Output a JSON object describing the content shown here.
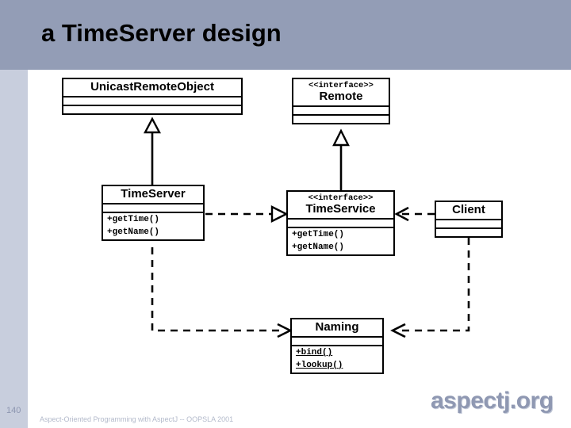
{
  "slide": {
    "title": "a TimeServer design",
    "page_number": "140",
    "footer": "Aspect-Oriented Programming with AspectJ -- OOPSLA 2001",
    "brand": "aspectj.org",
    "colors": {
      "header_band": "#939db6",
      "sidebar_strip": "#c8cedd",
      "canvas": "#ffffff",
      "brand_text": "#8f98b2",
      "footer_text": "#b3bacb",
      "page_number_text": "#8d96b0",
      "diagram_line": "#000000"
    }
  },
  "diagram": {
    "type": "uml-class-diagram",
    "classes": [
      {
        "id": "unicast-remote-object",
        "stereotype": "",
        "name": "UnicastRemoteObject",
        "attributes": [],
        "operations": []
      },
      {
        "id": "remote",
        "stereotype": "<<interface>>",
        "name": "Remote",
        "attributes": [],
        "operations": []
      },
      {
        "id": "time-server",
        "stereotype": "",
        "name": "TimeServer",
        "attributes": [],
        "operations": [
          "+getTime()",
          "+getName()"
        ]
      },
      {
        "id": "time-service",
        "stereotype": "<<interface>>",
        "name": "TimeService",
        "attributes": [],
        "operations": [
          "+getTime()",
          "+getName()"
        ]
      },
      {
        "id": "client",
        "stereotype": "",
        "name": "Client",
        "attributes": [],
        "operations": []
      },
      {
        "id": "naming",
        "stereotype": "",
        "name": "Naming",
        "attributes": [],
        "operations": [
          "+bind()",
          "+lookup()"
        ],
        "operations_static": true
      }
    ],
    "relations": [
      {
        "from": "time-server",
        "to": "unicast-remote-object",
        "kind": "generalization",
        "style": "solid",
        "arrow": "hollow-triangle"
      },
      {
        "from": "time-service",
        "to": "remote",
        "kind": "generalization",
        "style": "solid",
        "arrow": "hollow-triangle"
      },
      {
        "from": "time-server",
        "to": "time-service",
        "kind": "realization",
        "style": "dashed",
        "arrow": "hollow-triangle"
      },
      {
        "from": "client",
        "to": "time-service",
        "kind": "dependency",
        "style": "dashed",
        "arrow": "open"
      },
      {
        "from": "time-server",
        "to": "naming",
        "kind": "dependency",
        "style": "dashed",
        "arrow": "open"
      },
      {
        "from": "client",
        "to": "naming",
        "kind": "dependency",
        "style": "dashed",
        "arrow": "open"
      }
    ]
  }
}
